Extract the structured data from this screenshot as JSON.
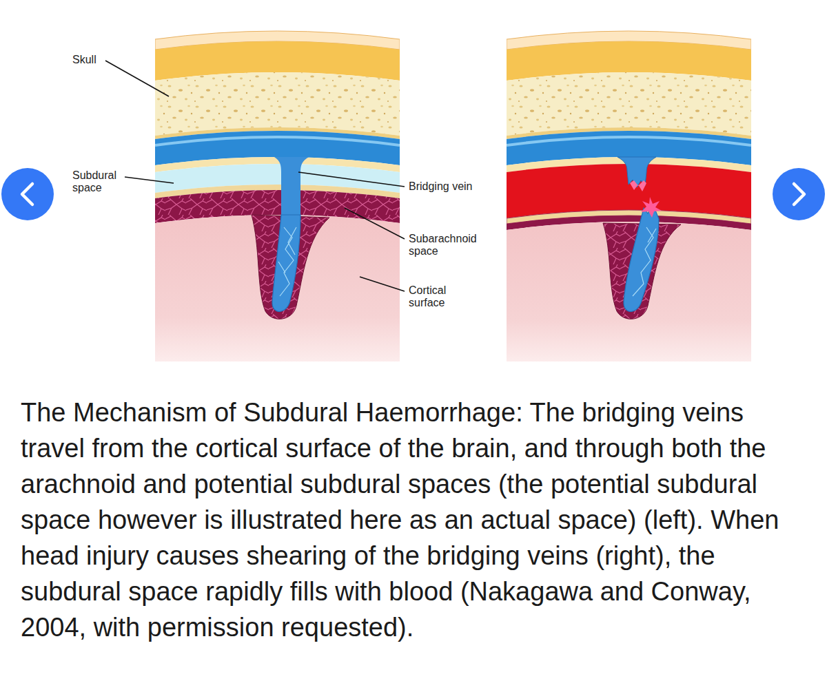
{
  "diagram": {
    "caption": "The Mechanism of Subdural Haemorrhage: The bridging veins travel from the cortical surface of the brain, and through both the arachnoid and potential subdural spaces (the potential subdural space however is illustrated here as an actual space) (left). When head injury causes shearing of the bridging veins (right), the subdural space rapidly fills with blood (Nakagawa and Conway, 2004, with permission requested).",
    "labels": [
      "Skull",
      "Subdural space",
      "Bridging vein",
      "Subarachnoid space",
      "Cortical surface"
    ]
  }
}
